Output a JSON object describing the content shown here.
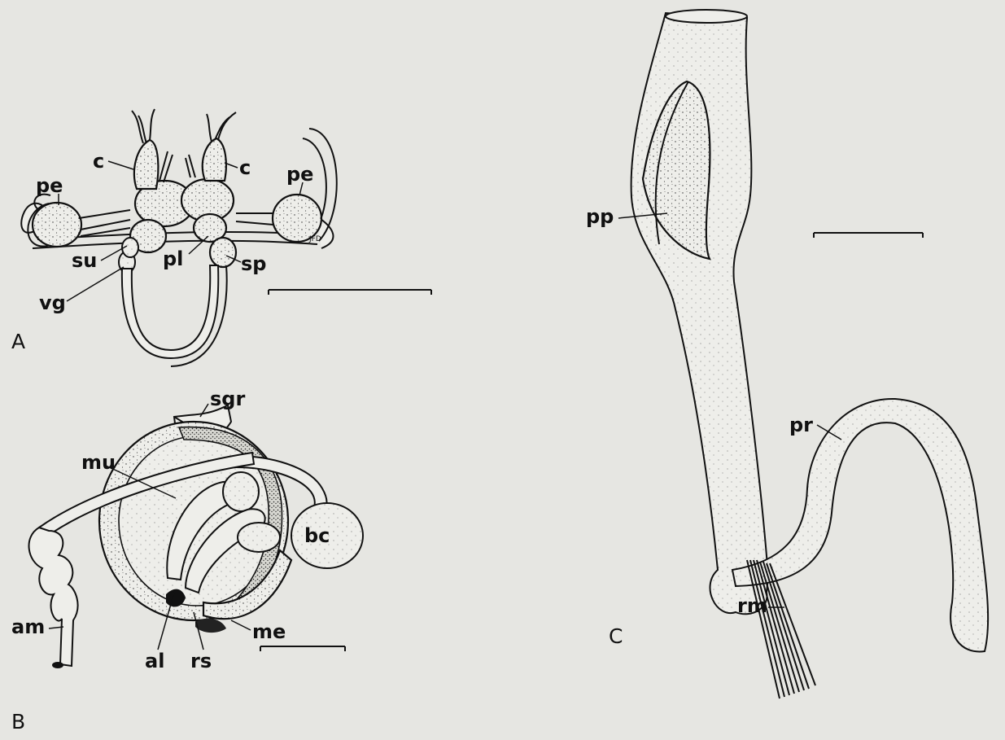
{
  "figure": {
    "panels": [
      {
        "id": "A",
        "panel_label": "A",
        "labels": {
          "c_left": "c",
          "c_right": "c",
          "pe_left": "pe",
          "pe_right": "pe",
          "pl": "pl",
          "su": "su",
          "sp": "sp",
          "vg": "vg"
        },
        "signature": "JFD"
      },
      {
        "id": "B",
        "panel_label": "B",
        "labels": {
          "sgr": "sgr",
          "mu": "mu",
          "bc": "bc",
          "am": "am",
          "al": "al",
          "rs": "rs",
          "me": "me"
        }
      },
      {
        "id": "C",
        "panel_label": "C",
        "labels": {
          "pp": "pp",
          "pr": "pr",
          "rm": "rm"
        }
      }
    ],
    "colors": {
      "background": "#e6e6e2",
      "ink": "#111111"
    }
  }
}
